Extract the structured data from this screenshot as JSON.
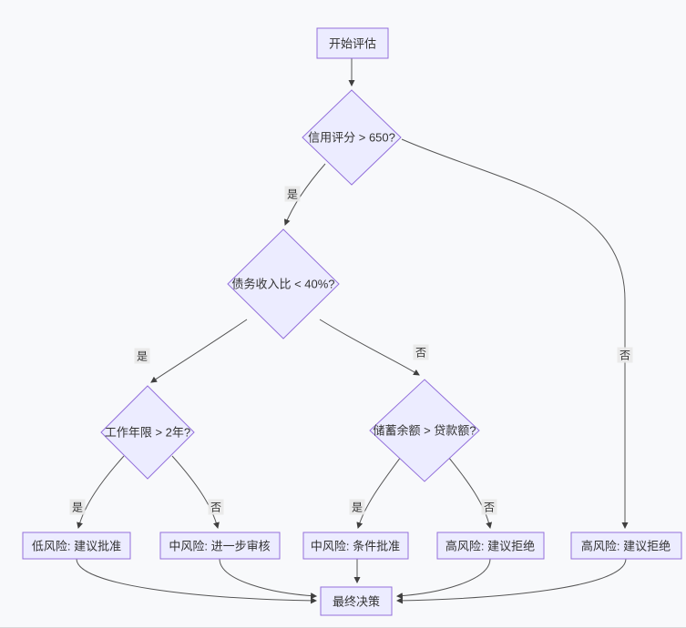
{
  "diagram": {
    "type": "flowchart",
    "colors": {
      "background": "#f8f9fb",
      "node_fill": "#ececff",
      "node_border": "#9370db",
      "edge": "#565656",
      "edge_label_background": "#e8e8e8",
      "text": "#333333"
    },
    "nodes": {
      "start": "开始评估",
      "credit_check": "信用评分 > 650?",
      "dti_check": "债务收入比 < 40%?",
      "work_years_check": "工作年限 > 2年?",
      "savings_check": "储蓄余额 > 贷款额?",
      "low_risk_approve": "低风险: 建议批准",
      "mid_risk_review": "中风险: 进一步审核",
      "mid_risk_conditional": "中风险: 条件批准",
      "high_risk_reject_a": "高风险: 建议拒绝",
      "high_risk_reject_b": "高风险: 建议拒绝",
      "final_decision": "最终决策"
    },
    "edge_labels": {
      "credit_yes": "是",
      "credit_no": "否",
      "dti_yes": "是",
      "dti_no": "否",
      "work_yes": "是",
      "work_no": "否",
      "savings_yes": "是",
      "savings_no": "否"
    }
  }
}
